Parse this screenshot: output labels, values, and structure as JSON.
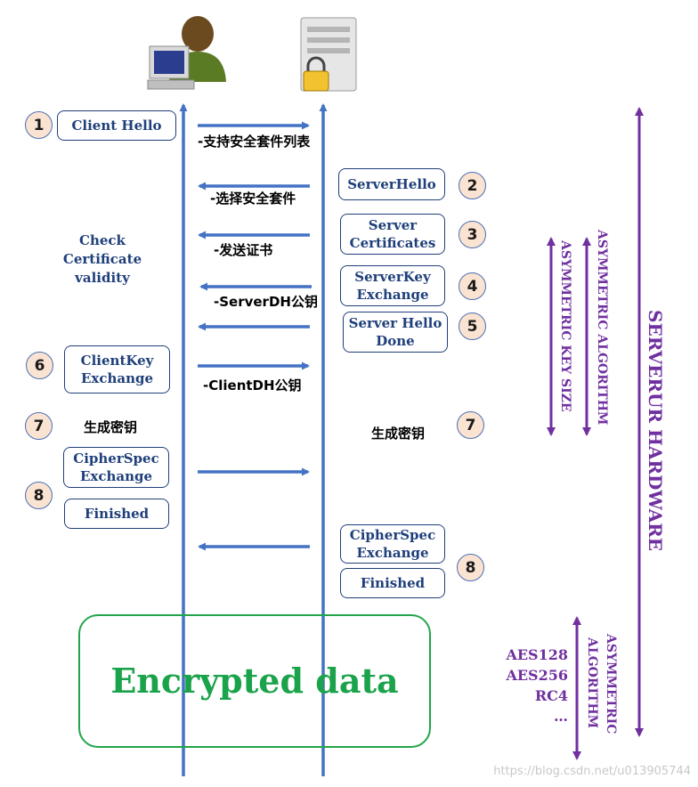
{
  "client_steps": {
    "client_hello": "Client Hello",
    "client_key_1": "ClientKey",
    "client_key_2": "Exchange",
    "cipher_1": "CipherSpec",
    "cipher_2": "Exchange",
    "finished": "Finished"
  },
  "server_steps": {
    "server_hello": "ServerHello",
    "certs_1": "Server",
    "certs_2": "Certificates",
    "serverkey_1": "ServerKey",
    "serverkey_2": "Exchange",
    "hello_done_1": "Server Hello",
    "hello_done_2": "Done",
    "cipher_1": "CipherSpec",
    "cipher_2": "Exchange",
    "finished": "Finished"
  },
  "numbers": [
    "1",
    "2",
    "3",
    "4",
    "5",
    "6",
    "7",
    "7",
    "8",
    "8"
  ],
  "arrow_labels": {
    "cipher_list": "-支持安全套件列表",
    "choose_cipher": "-选择安全套件",
    "send_cert": "-发送证书",
    "server_dh": "-ServerDH公钥",
    "client_dh": "-ClientDH公钥"
  },
  "key_gen": {
    "client": "生成密钥",
    "server": "生成密钥"
  },
  "check": {
    "line1": "Check",
    "line2": "Certificate",
    "line3": "validity"
  },
  "right_labels": {
    "asym_algo": "ASYMMETRIC ALGORITHM",
    "asym_key_size": "ASYMMETRIC KEY SIZE",
    "server_hw": "SERVERUR  HARDWARE",
    "sym_algo_1": "ASYMMETRIC",
    "sym_algo_2": "ALGORITHM"
  },
  "ciphers": [
    "AES128",
    "AES256",
    "RC4",
    "…"
  ],
  "encrypted_data": "Encrypted data",
  "watermark": "https://blog.csdn.net/u013905744",
  "colors": {
    "lifeline": "#4472c4",
    "box_border": "#1f3f7a",
    "purple": "#7030a0",
    "green": "#1aa34a",
    "badge_fill": "#fbe3d2"
  },
  "icons": [
    "client-computer-icon",
    "server-lock-icon"
  ]
}
